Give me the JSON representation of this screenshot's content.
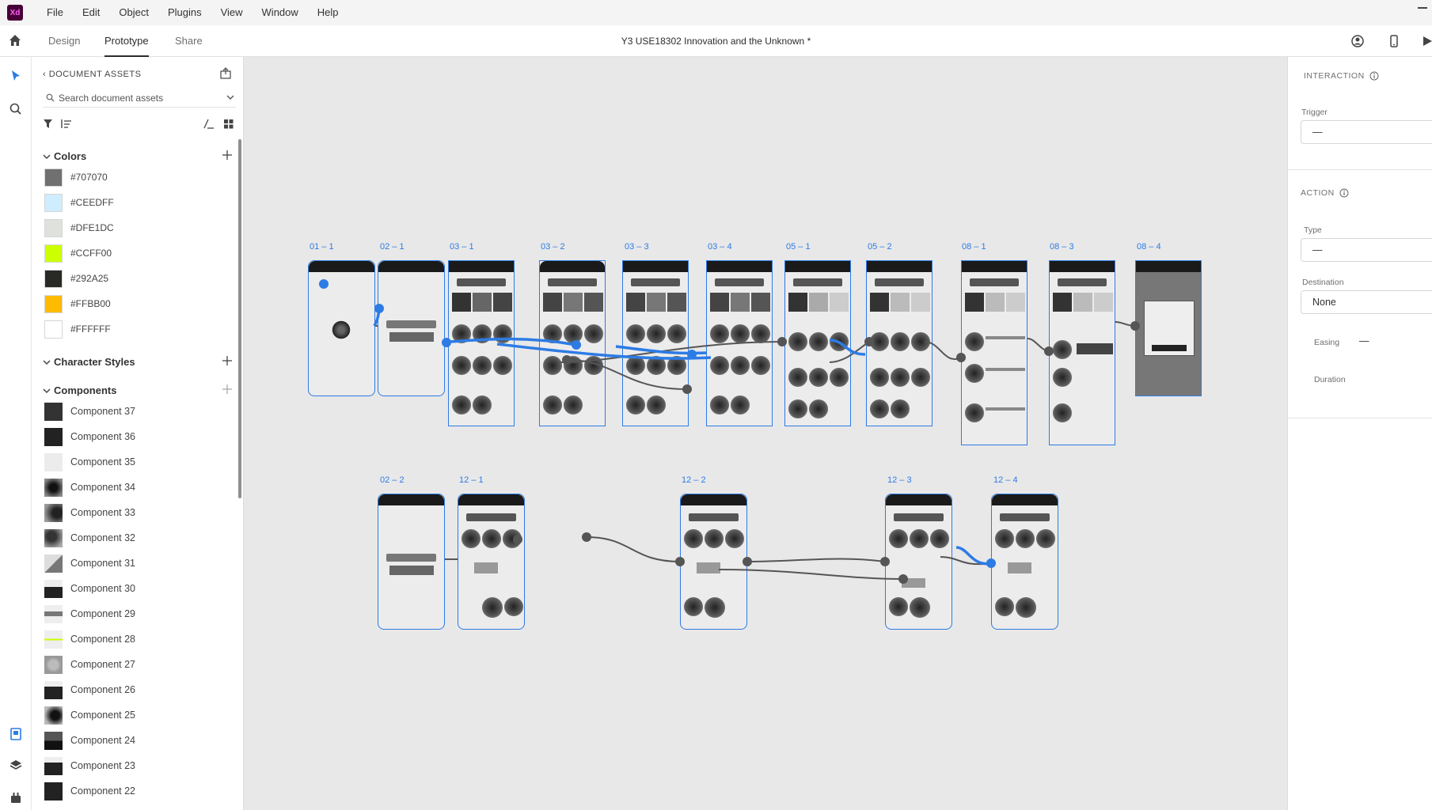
{
  "app": {
    "logo": "Xd",
    "menu": [
      "File",
      "Edit",
      "Object",
      "Plugins",
      "View",
      "Window",
      "Help"
    ]
  },
  "toolbar": {
    "tabs": [
      "Design",
      "Prototype",
      "Share"
    ],
    "active_tab": "Prototype",
    "document_title": "Y3 USE18302 Innovation and the Unknown *",
    "icons": [
      "home-icon",
      "share-user-icon",
      "device-preview-icon",
      "play-icon"
    ]
  },
  "leftrail": {
    "icons": [
      "select-arrow-icon",
      "search-icon",
      "assets-icon",
      "layers-icon",
      "plugins-icon"
    ]
  },
  "assets": {
    "header": "DOCUMENT ASSETS",
    "search_placeholder": "Search document assets",
    "sections": {
      "colors": "Colors",
      "character_styles": "Character Styles",
      "components": "Components"
    },
    "colors": [
      {
        "hex": "#707070"
      },
      {
        "hex": "#CEEDFF"
      },
      {
        "hex": "#DFE1DC"
      },
      {
        "hex": "#CCFF00"
      },
      {
        "hex": "#292A25"
      },
      {
        "hex": "#FFBB00"
      },
      {
        "hex": "#FFFFFF"
      }
    ],
    "components": [
      "Component 37",
      "Component 36",
      "Component 35",
      "Component 34",
      "Component 33",
      "Component 32",
      "Component 31",
      "Component 30",
      "Component 29",
      "Component 28",
      "Component 27",
      "Component 26",
      "Component 25",
      "Component 24",
      "Component 23",
      "Component 22"
    ]
  },
  "canvas": {
    "artboards": [
      {
        "label": "01 – 1"
      },
      {
        "label": "02 – 1"
      },
      {
        "label": "03 – 1"
      },
      {
        "label": "03 – 2"
      },
      {
        "label": "03 – 3"
      },
      {
        "label": "03 – 4"
      },
      {
        "label": "05 – 1"
      },
      {
        "label": "05 – 2"
      },
      {
        "label": "08 – 1"
      },
      {
        "label": "08 – 3"
      },
      {
        "label": "08 – 4"
      },
      {
        "label": "02 – 2"
      },
      {
        "label": "12 – 1"
      },
      {
        "label": "12 – 2"
      },
      {
        "label": "12 – 3"
      },
      {
        "label": "12 – 4"
      }
    ]
  },
  "interaction_panel": {
    "interaction_heading": "INTERACTION",
    "trigger_label": "Trigger",
    "trigger_value": "—",
    "action_heading": "ACTION",
    "type_label": "Type",
    "type_value": "—",
    "destination_label": "Destination",
    "destination_value": "None",
    "easing_label": "Easing",
    "easing_value": "—",
    "duration_label": "Duration"
  },
  "colors": {
    "accent": "#2D7BE5",
    "wire_grey": "#555555"
  }
}
